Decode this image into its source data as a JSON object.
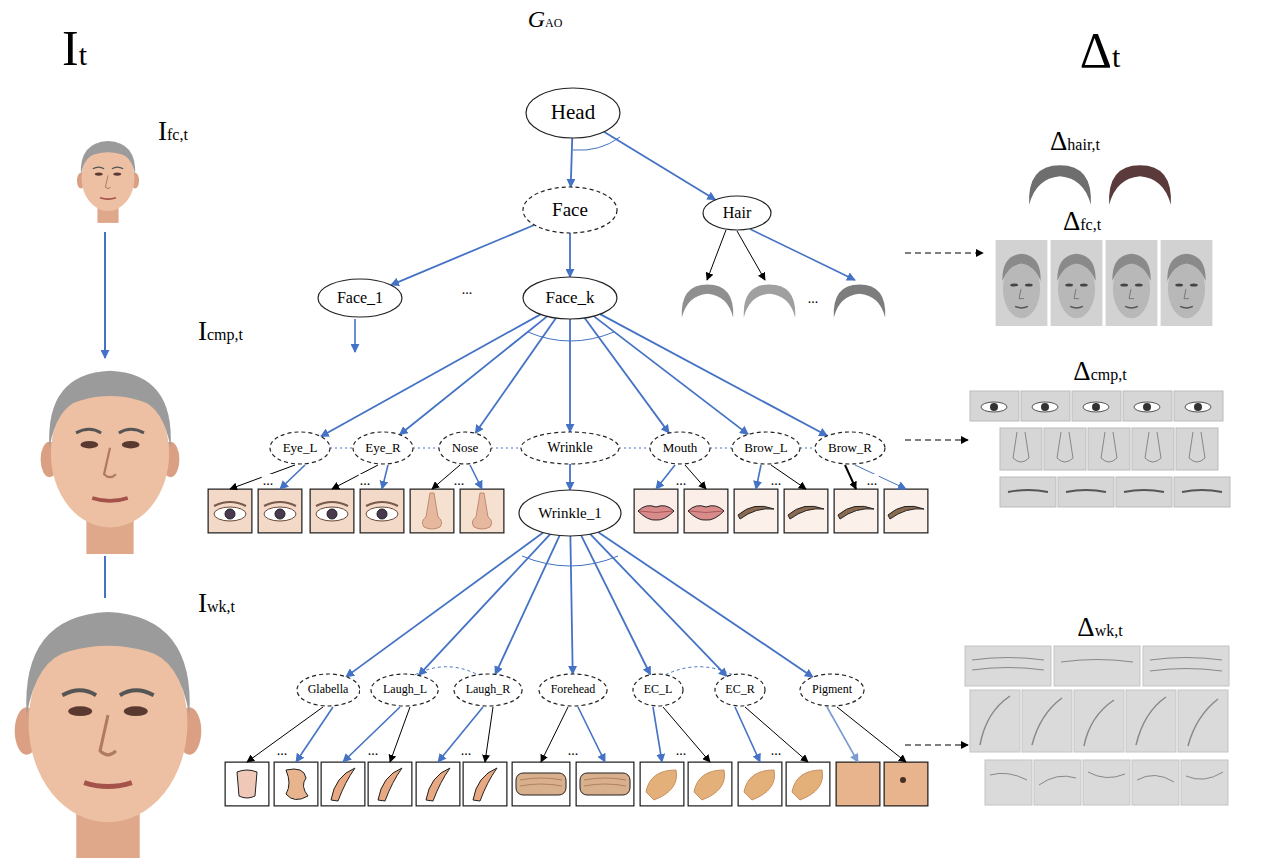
{
  "diagram": {
    "nodes": [
      {
        "text": [
          "Head"
        ]
      },
      {
        "text": [
          "Face"
        ]
      },
      {
        "text": [
          "Hair"
        ]
      },
      {
        "text": [
          "Face_1"
        ]
      },
      {
        "text": [
          "Face_k"
        ]
      },
      {
        "text": [
          "Eye_L"
        ]
      },
      {
        "text": [
          "Eye_R"
        ]
      },
      {
        "text": [
          "Nose"
        ]
      },
      {
        "text": [
          "Wrinkle"
        ]
      },
      {
        "text": [
          "Mouth"
        ]
      },
      {
        "text": [
          "Brow_L"
        ]
      },
      {
        "text": [
          "Brow_R"
        ]
      },
      {
        "text": [
          "Wrinkle_1"
        ]
      },
      {
        "text": [
          "Glabella"
        ]
      },
      {
        "text": [
          "Laugh_L"
        ]
      },
      {
        "text": [
          "Laugh_R"
        ]
      },
      {
        "text": [
          "Forehead"
        ]
      },
      {
        "text": [
          "EC_L"
        ]
      },
      {
        "text": [
          "EC_R"
        ]
      },
      {
        "text": [
          "Pigment"
        ]
      }
    ],
    "edges": [
      {
        "from": 0,
        "to": 1,
        "arrow": "to"
      },
      {
        "from": 0,
        "to": 2,
        "arrow": "to"
      },
      {
        "from": 1,
        "to": 3,
        "arrow": "to"
      },
      {
        "from": 1,
        "to": 4,
        "arrow": "to"
      },
      {
        "from": 4,
        "to": 5,
        "arrow": "to"
      },
      {
        "from": 4,
        "to": 6,
        "arrow": "to"
      },
      {
        "from": 4,
        "to": 7,
        "arrow": "to"
      },
      {
        "from": 4,
        "to": 8,
        "arrow": "to"
      },
      {
        "from": 4,
        "to": 9,
        "arrow": "to"
      },
      {
        "from": 4,
        "to": 10,
        "arrow": "to"
      },
      {
        "from": 4,
        "to": 11,
        "arrow": "to"
      },
      {
        "from": 8,
        "to": 12,
        "arrow": "to"
      },
      {
        "from": 12,
        "to": 13,
        "arrow": "to"
      },
      {
        "from": 12,
        "to": 14,
        "arrow": "to"
      },
      {
        "from": 12,
        "to": 15,
        "arrow": "to"
      },
      {
        "from": 12,
        "to": 16,
        "arrow": "to"
      },
      {
        "from": 12,
        "to": 17,
        "arrow": "to"
      },
      {
        "from": 12,
        "to": 18,
        "arrow": "to"
      },
      {
        "from": 12,
        "to": 19,
        "arrow": "to"
      },
      {
        "from": 5,
        "to": 6,
        "arrow": "none"
      },
      {
        "from": 6,
        "to": 7,
        "arrow": "none"
      },
      {
        "from": 7,
        "to": 8,
        "arrow": "none"
      },
      {
        "from": 8,
        "to": 9,
        "arrow": "none"
      },
      {
        "from": 9,
        "to": 10,
        "arrow": "none"
      },
      {
        "from": 10,
        "to": 11,
        "arrow": "none"
      },
      {
        "from": 14,
        "to": 15,
        "arrow": "none"
      },
      {
        "from": 17,
        "to": 18,
        "arrow": "none"
      }
    ],
    "labels": [
      "It",
      "GAO",
      "Δt",
      "Ifc,t",
      "Icmp,t",
      "Iwk,t",
      "Δhair,t",
      "Δfc,t",
      "Δcmp,t",
      "Δwk,t",
      "...",
      "...",
      "...",
      "...",
      "...",
      "...",
      "...",
      "...",
      "...",
      "...",
      "...",
      "...",
      "...",
      "..."
    ]
  }
}
